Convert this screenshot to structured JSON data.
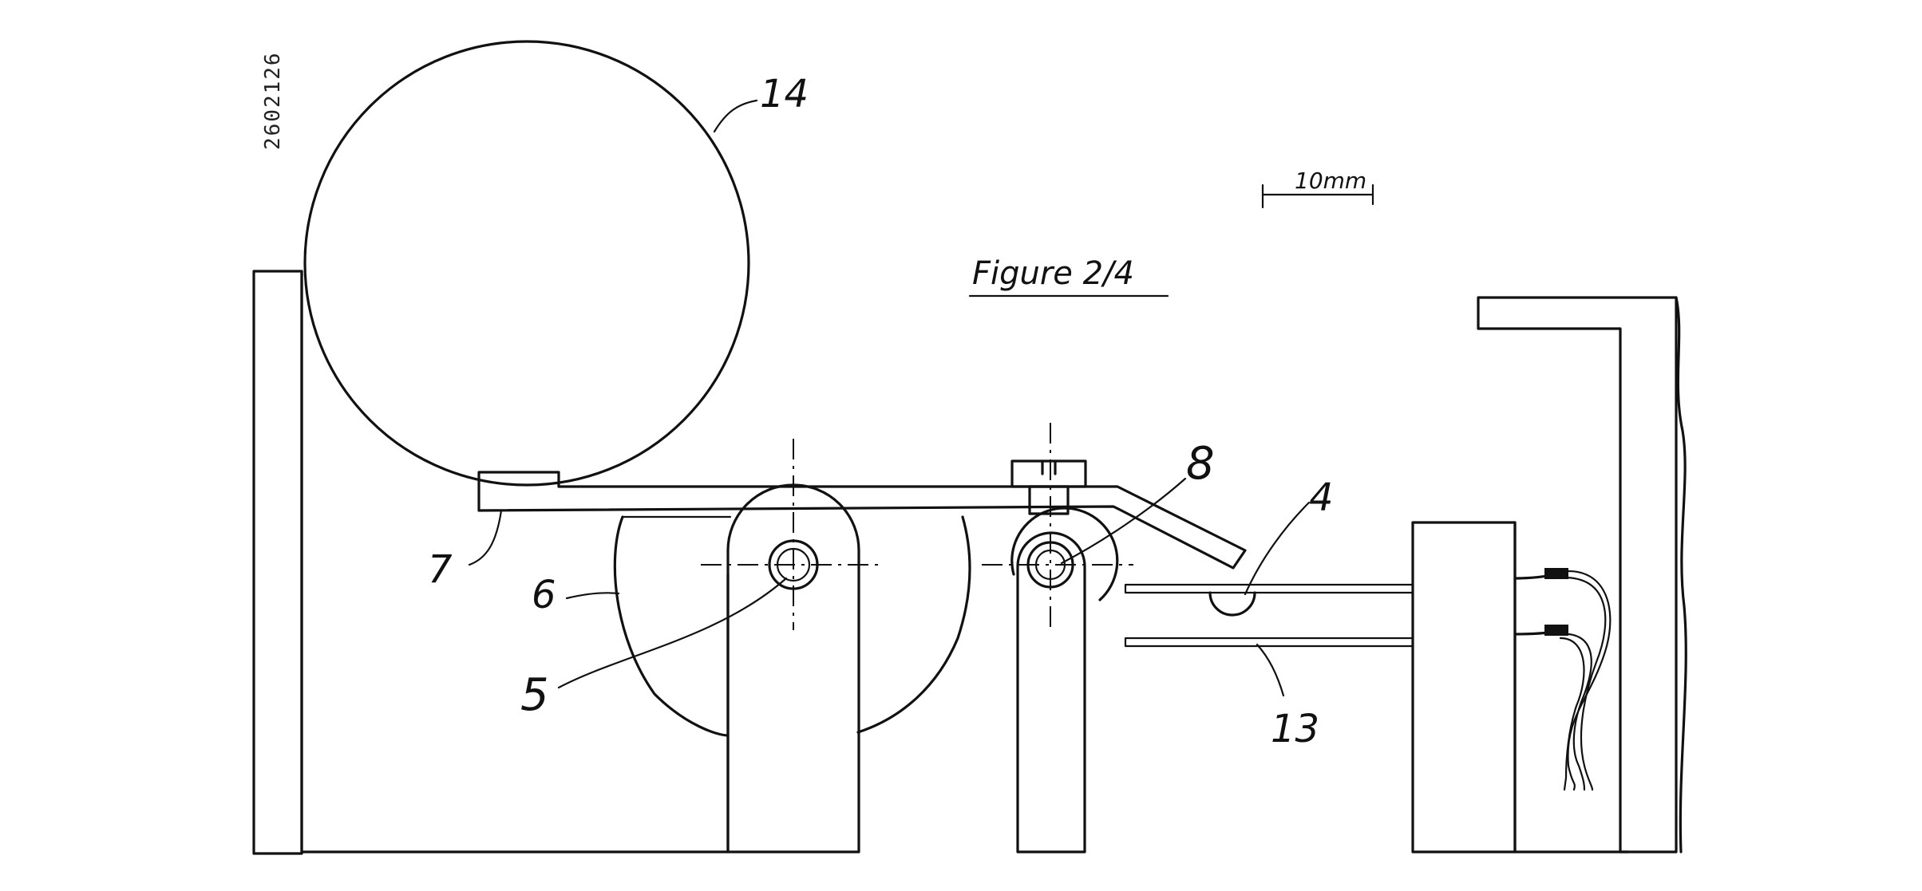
{
  "document": {
    "patent_number": "2602126",
    "figure_caption": "Figure 2/4",
    "scale_bar_label": "10mm"
  },
  "reference_numerals": {
    "n14": "14",
    "n8": "8",
    "n4": "4",
    "n7": "7",
    "n6": "6",
    "n5": "5",
    "n13": "13"
  },
  "colors": {
    "ink": "#111111",
    "paper": "#ffffff"
  }
}
